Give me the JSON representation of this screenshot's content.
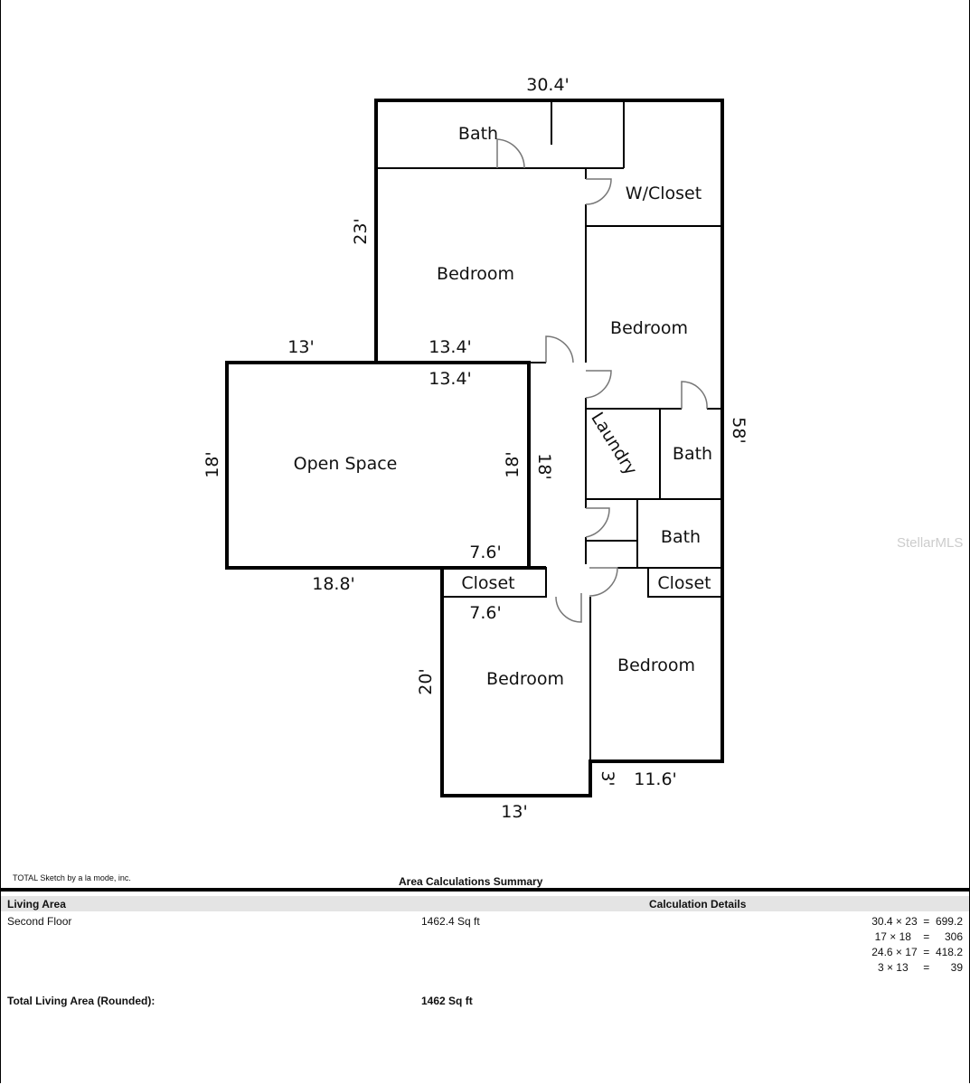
{
  "floorplan": {
    "rooms": {
      "bath_top": "Bath",
      "w_closet": "W/Closet",
      "bedroom_1": "Bedroom",
      "bedroom_2": "Bedroom",
      "open_space": "Open Space",
      "laundry": "Laundry",
      "bath_mid": "Bath",
      "bath_lower": "Bath",
      "closet_left": "Closet",
      "closet_right": "Closet",
      "bedroom_3": "Bedroom",
      "bedroom_4": "Bedroom"
    },
    "dimensions": {
      "top_width": "30.4'",
      "upper_left_height": "23'",
      "left_13": "13'",
      "upper_13_4": "13.4'",
      "inner_13_4": "13.4'",
      "right_58": "58'",
      "open_left_18": "18'",
      "open_right_18": "18'",
      "hall_18": "18'",
      "inner_7_6": "7.6'",
      "closet_7_6": "7.6'",
      "open_bottom_18_8": "18.8'",
      "lower_left_20": "20'",
      "bottom_13": "13'",
      "step_3": "3'",
      "bottom_11_6": "11.6'"
    }
  },
  "watermark": "StellarMLS",
  "summary": {
    "credit": "TOTAL Sketch by a la mode, inc.",
    "title": "Area Calculations Summary",
    "living_area_header": "Living Area",
    "calc_details_header": "Calculation Details",
    "floor_name": "Second Floor",
    "floor_area": "1462.4 Sq ft",
    "calculations": [
      "30.4 × 23  =  699.2",
      "17 × 18    =     306",
      "24.6 × 17  =  418.2",
      "3 × 13     =       39"
    ],
    "total_label": "Total Living Area (Rounded):",
    "total_value": "1462 Sq ft"
  }
}
